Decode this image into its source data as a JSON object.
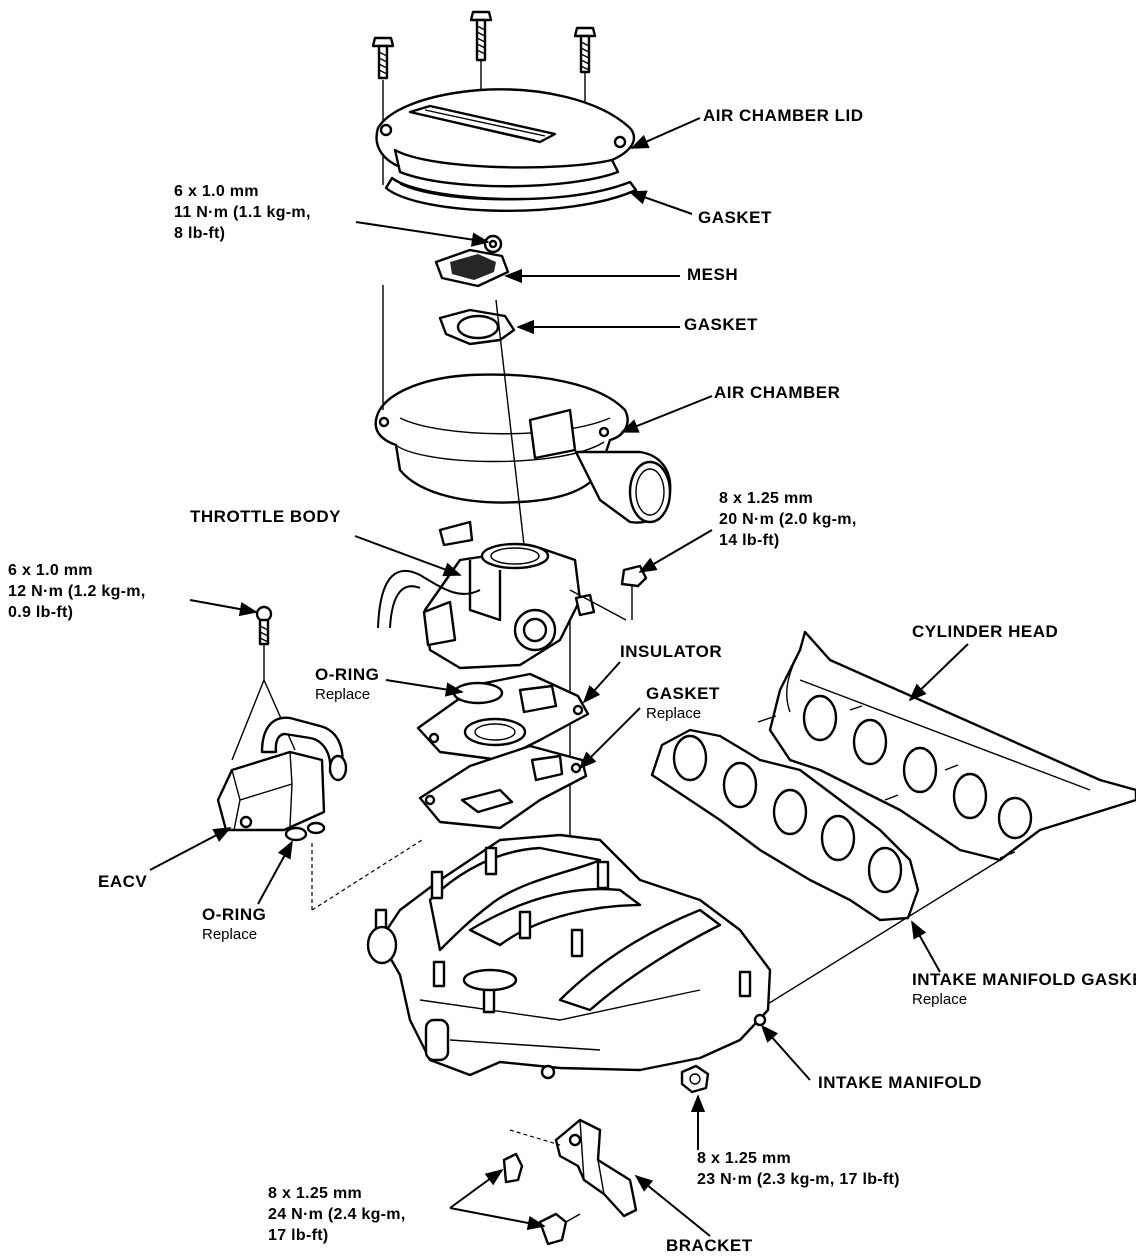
{
  "labels": {
    "air_chamber_lid": "AIR CHAMBER LID",
    "gasket_top": "GASKET",
    "mesh": "MESH",
    "gasket_mesh": "GASKET",
    "air_chamber": "AIR CHAMBER",
    "throttle_body": "THROTTLE BODY",
    "o_ring_upper": "O-RING",
    "o_ring_upper_note": "Replace",
    "insulator": "INSULATOR",
    "gasket_insulator": "GASKET",
    "gasket_insulator_note": "Replace",
    "cylinder_head": "CYLINDER HEAD",
    "eacv": "EACV",
    "o_ring_lower": "O-RING",
    "o_ring_lower_note": "Replace",
    "intake_manifold_gasket_1": "INTAKE MANIFOLD",
    "intake_manifold_gasket_2": "GASKET",
    "intake_manifold_gasket_note": "Replace",
    "intake_manifold": "INTAKE MANIFOLD",
    "bracket": "BRACKET"
  },
  "specs": {
    "lid_bolt": {
      "size": "6 x 1.0 mm",
      "torque": "11 N·m (1.1 kg-m,",
      "torque2": "8 lb-ft)"
    },
    "throttle_nut": {
      "size": "8 x 1.25 mm",
      "torque": "20 N·m (2.0 kg-m,",
      "torque2": "14 lb-ft)"
    },
    "eacv_bolt": {
      "size": "6 x 1.0 mm",
      "torque": "12 N·m (1.2 kg-m,",
      "torque2": "0.9 lb-ft)"
    },
    "manifold_nut": {
      "size": "8 x 1.25 mm",
      "torque": "23 N·m (2.3 kg-m, 17 lb-ft)"
    },
    "bracket_bolt": {
      "size": "8 x 1.25 mm",
      "torque": "24 N·m (2.4 kg-m,",
      "torque2": "17 lb-ft)"
    }
  }
}
